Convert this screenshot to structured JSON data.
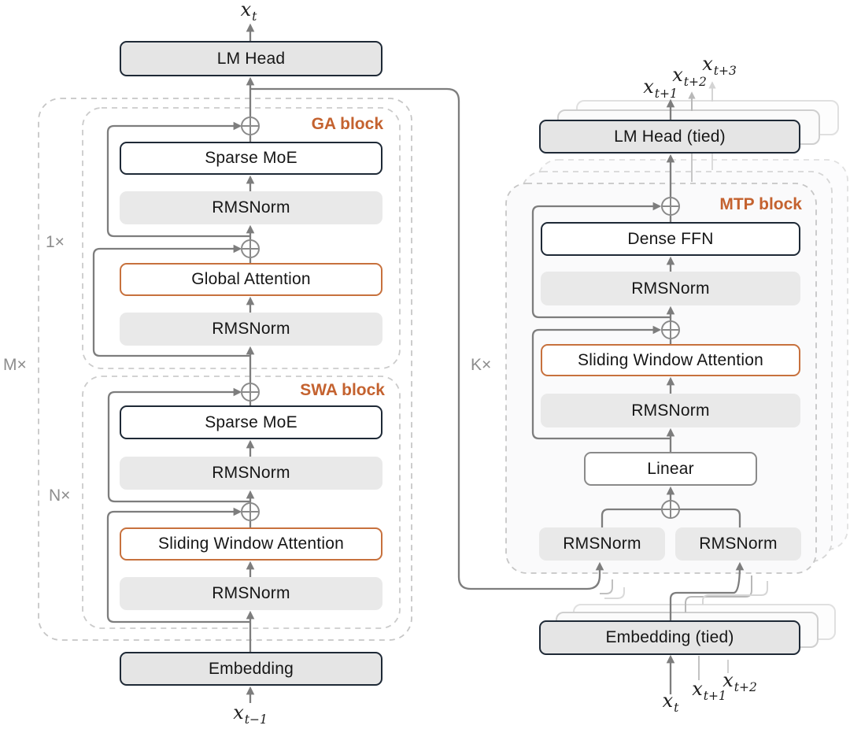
{
  "left": {
    "lm_head": "LM Head",
    "embedding": "Embedding",
    "output": {
      "base": "x",
      "sub": "t"
    },
    "input": {
      "base": "x",
      "sub": "t−1"
    },
    "outer_mult": "M×",
    "ga": {
      "mult": "1×",
      "label": "GA block",
      "moe": "Sparse MoE",
      "norm1": "RMSNorm",
      "attn": "Global Attention",
      "norm2": "RMSNorm"
    },
    "swa": {
      "mult": "N×",
      "label": "SWA block",
      "moe": "Sparse MoE",
      "norm1": "RMSNorm",
      "attn": "Sliding Window Attention",
      "norm2": "RMSNorm"
    }
  },
  "right": {
    "mult": "K×",
    "lm_head": "LM Head (tied)",
    "embedding": "Embedding (tied)",
    "mtp": {
      "label": "MTP block",
      "ffn": "Dense FFN",
      "norm1": "RMSNorm",
      "attn": "Sliding Window Attention",
      "norm2": "RMSNorm",
      "linear": "Linear",
      "norm_left": "RMSNorm",
      "norm_right": "RMSNorm"
    },
    "outputs": [
      {
        "base": "x",
        "sub": "t+1"
      },
      {
        "base": "x",
        "sub": "t+2"
      },
      {
        "base": "x",
        "sub": "t+3"
      }
    ],
    "inputs": [
      {
        "base": "x",
        "sub": "t"
      },
      {
        "base": "x",
        "sub": "t+1"
      },
      {
        "base": "x",
        "sub": "t+2"
      }
    ]
  },
  "colors": {
    "accent_orange": "#c4622f",
    "orange_border": "#c7713d",
    "dark_border": "#1e2936",
    "gray_box_fill": "#e5e5e5",
    "norm_fill": "#e9e9e9",
    "connector": "#7d7d7d",
    "dashed_border": "#c6c6c6"
  }
}
